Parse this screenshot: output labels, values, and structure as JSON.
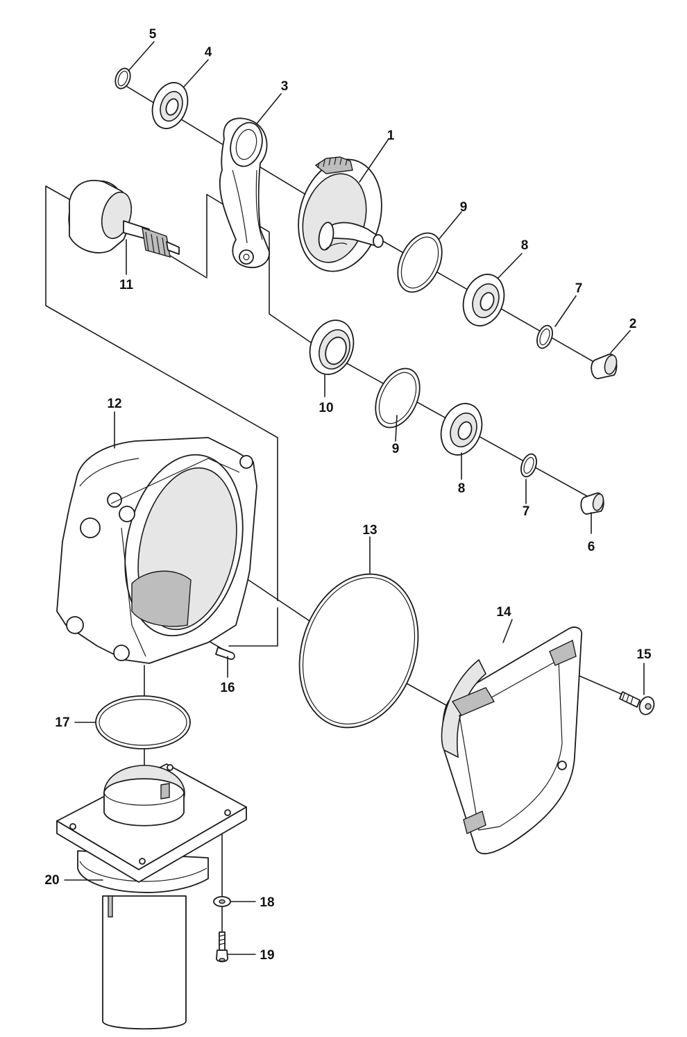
{
  "labels": {
    "l1": "1",
    "l2": "2",
    "l3": "3",
    "l4": "4",
    "l5": "5",
    "l6": "6",
    "l7a": "7",
    "l7b": "7",
    "l8a": "8",
    "l8b": "8",
    "l9a": "9",
    "l9b": "9",
    "l10": "10",
    "l11": "11",
    "l12": "12",
    "l13": "13",
    "l14": "14",
    "l15": "15",
    "l16": "16",
    "l17": "17",
    "l18": "18",
    "l19": "19",
    "l20": "20"
  }
}
